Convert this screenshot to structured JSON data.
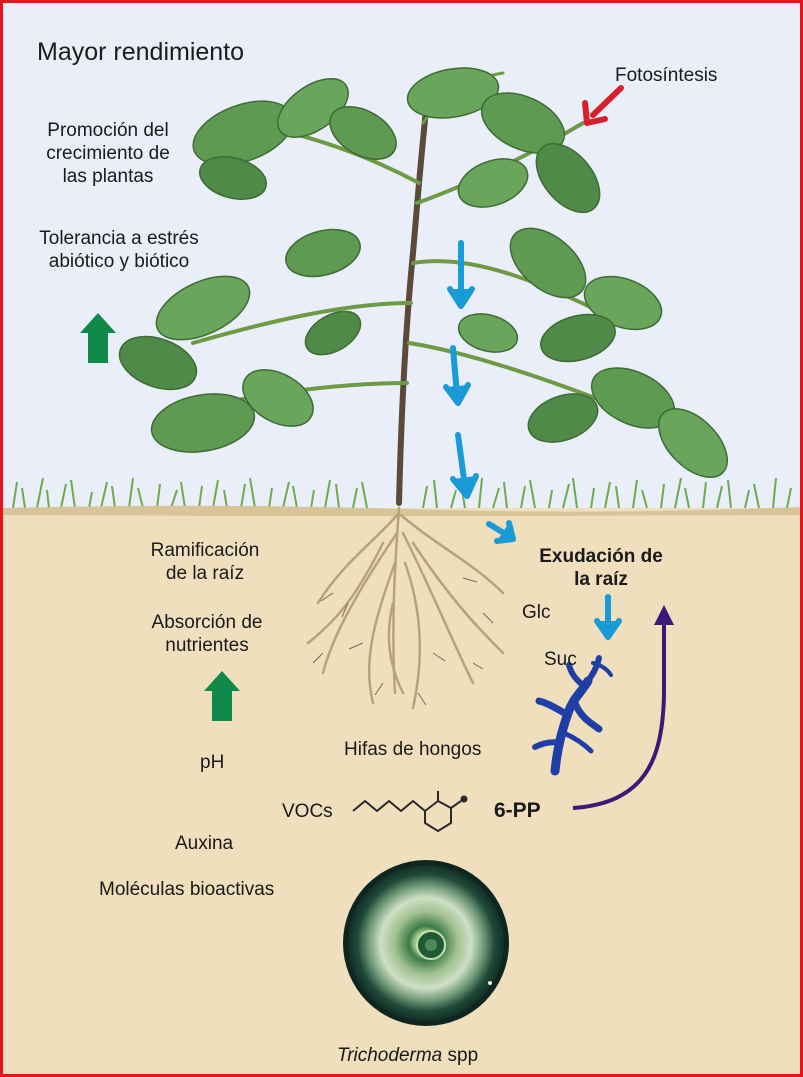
{
  "title": "Mayor rendimiento",
  "labels": {
    "photosynthesis": "Fotosíntesis",
    "growth_promotion": [
      "Promoción del",
      "crecimiento de",
      "las plantas"
    ],
    "stress_tolerance": [
      "Tolerancia a estrés",
      "abiótico y biótico"
    ],
    "root_branching": [
      "Ramificación",
      "de la raíz"
    ],
    "nutrient_absorption": [
      "Absorción de",
      "nutrientes"
    ],
    "root_exudation": [
      "Exudación de",
      "la raíz"
    ],
    "glc": "Glc",
    "suc": "Suc",
    "hyphae": "Hifas de hongos",
    "ph": "pH",
    "vocs": "VOCs",
    "compound": "6-PP",
    "auxin": "Auxina",
    "bioactive": "Moléculas bioactivas",
    "genus": "Trichoderma",
    "genus_suffix": " spp"
  },
  "colors": {
    "border": "#e8141b",
    "sky": "#e9eef8",
    "soil": "#efdfbd",
    "up_arrow": "#0f8a4a",
    "flow_arrow": "#1b9ad8",
    "photosynthesis_arrow": "#d9202a",
    "signal_arrow": "#3a1a78",
    "hyphae": "#1f3fa6"
  },
  "icons": {
    "photosynthesis_arrow": "red-arrow-icon",
    "up_arrow": "green-up-arrow-icon",
    "flow_arrow": "blue-down-arrow-icon",
    "signal_arrow": "curved-arrow-icon",
    "molecule": "6-pentyl-pyrone-structure-icon",
    "hyphae": "fungal-hyphae-icon",
    "petri_dish": "trichoderma-culture-icon"
  }
}
